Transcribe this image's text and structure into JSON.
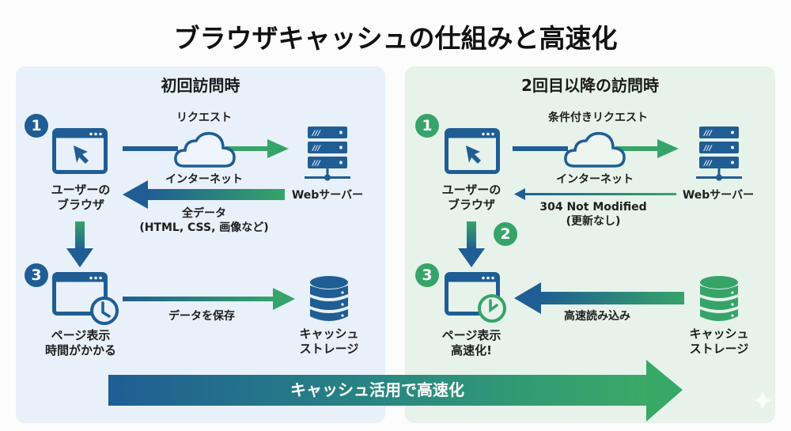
{
  "title": "ブラウザキャッシュの仕組みと高速化",
  "colors": {
    "primary_blue": "#1f5d94",
    "accent_green": "#36a468",
    "left_panel_bg": "#e8f0f9",
    "right_panel_bg": "#e6f2ea"
  },
  "left_panel": {
    "title": "初回訪問時",
    "badges": [
      "1",
      "3"
    ],
    "browser_label": [
      "ユーザーの",
      "ブラウザ"
    ],
    "request_label": "リクエスト",
    "internet_label": "インターネット",
    "server_label": "Webサーバー",
    "response_label": [
      "全データ",
      "(HTML, CSS, 画像など)"
    ],
    "page_label": [
      "ページ表示",
      "時間がかかる"
    ],
    "save_label": "データを保存",
    "cache_label": [
      "キャッシュ",
      "ストレージ"
    ]
  },
  "right_panel": {
    "title": "2回目以降の訪問時",
    "badges": [
      "1",
      "2",
      "3"
    ],
    "browser_label": [
      "ユーザーの",
      "ブラウザ"
    ],
    "request_label": "条件付きリクエスト",
    "internet_label": "インターネット",
    "server_label": "Webサーバー",
    "response_label": [
      "304 Not Modified",
      "(更新なし)"
    ],
    "page_label": [
      "ページ表示",
      "高速化!"
    ],
    "load_label": "高速読み込み",
    "cache_label": [
      "キャッシュ",
      "ストレージ"
    ]
  },
  "bottom_arrow": {
    "label": "キャッシュ活用で高速化"
  },
  "icons": {
    "browser": "browser-window-cursor-icon",
    "browser_clock": "browser-window-clock-icon",
    "server": "server-rack-icon",
    "cloud": "cloud-icon",
    "database": "database-icon",
    "sparkle": "sparkle-icon"
  }
}
